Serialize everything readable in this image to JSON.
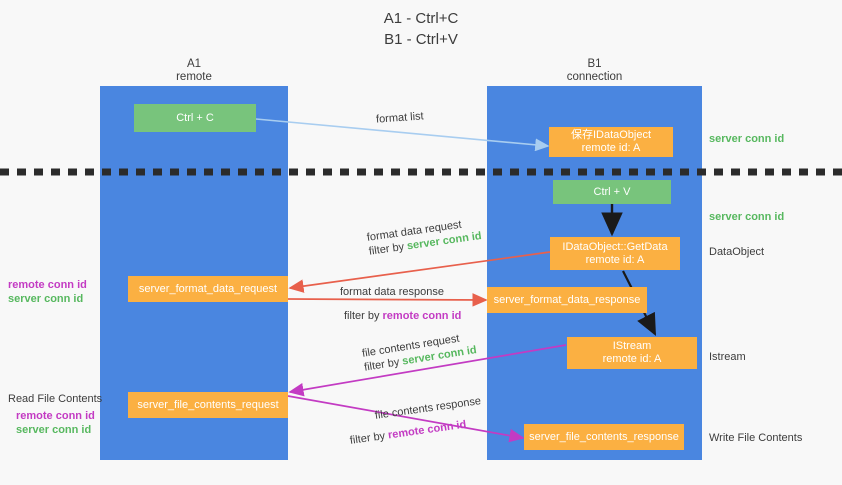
{
  "title": "A1 - Ctrl+C\nB1 - Ctrl+V",
  "colors": {
    "lane": "#4a86e0",
    "box_orange": "#fbb042",
    "box_green": "#78c47c",
    "server_conn_id": "#57b85f",
    "remote_conn_id": "#c33bc3",
    "arrow_blue": "#a8cdf0",
    "arrow_red": "#e8604c",
    "arrow_magenta": "#c33bc3",
    "arrow_black": "#1a1a1a",
    "text": "#3c3c3c",
    "background": "#f8f8f8"
  },
  "columns": {
    "a": {
      "name": "A1",
      "sub": "remote",
      "heading": "A1\nremote"
    },
    "b": {
      "name": "B1",
      "sub": "connection",
      "heading": "B1\nconnection"
    }
  },
  "boxes": {
    "ctrl_c": "Ctrl + C",
    "ctrl_v": "Ctrl + V",
    "idataobject": "保存IDataObject\nremote id: A",
    "getdata": "IDataObject::GetData\nremote id: A",
    "istream": "IStream\nremote id: A",
    "server_format_data_request": "server_format_data_request",
    "server_format_data_response": "server_format_data_response",
    "server_file_contents_request": "server_file_contents_request",
    "server_file_contents_response": "server_file_contents_response"
  },
  "edge_labels": {
    "format_list": "format list",
    "format_data_request": "format data request",
    "format_data_request_filter_prefix": "filter by ",
    "format_data_request_filter_value": "server conn id",
    "format_data_response": "format data response",
    "format_data_response_filter_prefix": "filter by ",
    "format_data_response_filter_value": "remote conn id",
    "file_contents_request": "file contents request",
    "file_contents_request_filter_prefix": "filter by ",
    "file_contents_request_filter_value": "server conn id",
    "file_contents_response": "file contents response",
    "file_contents_response_filter_prefix": "filter by ",
    "file_contents_response_filter_value": "remote conn id"
  },
  "right_labels": {
    "server_conn_id_top": "server conn id",
    "server_conn_id_mid": "server conn id",
    "dataobject": "DataObject",
    "istream": "Istream",
    "write_file_contents": "Write File Contents"
  },
  "left_labels": {
    "remote_conn_id_1": "remote conn id",
    "server_conn_id_1": "server conn id",
    "read_file_contents": "Read File Contents",
    "remote_conn_id_2": "remote conn id",
    "server_conn_id_2": "server conn id"
  }
}
